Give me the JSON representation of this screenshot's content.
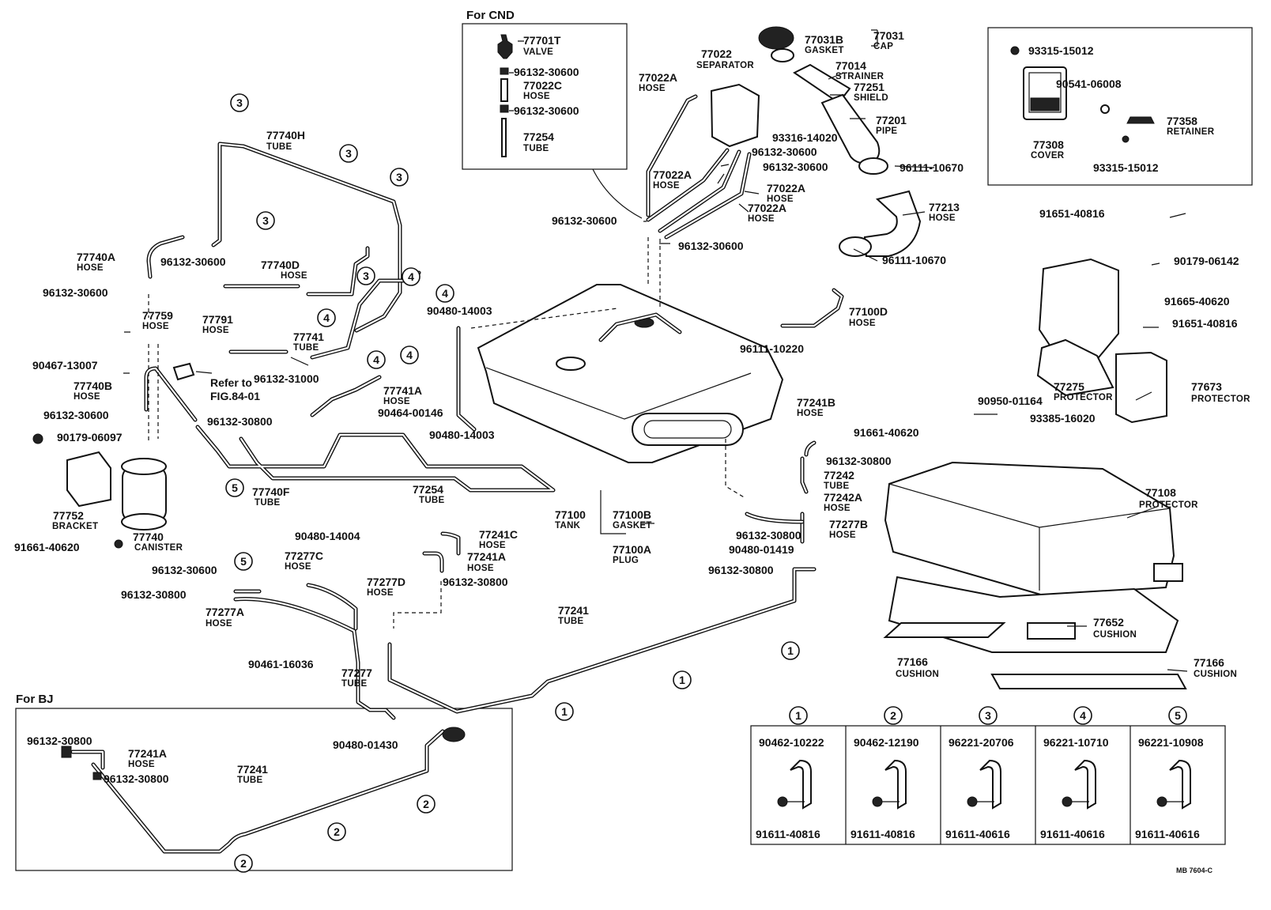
{
  "diagram": {
    "part_labels": [
      {
        "id": "p1",
        "code": "77031",
        "name": "CAP"
      },
      {
        "id": "p2",
        "code": "77031B",
        "name": "GASKET"
      },
      {
        "id": "p3",
        "code": "77014",
        "name": "STRAINER"
      },
      {
        "id": "p4",
        "code": "77251",
        "name": "SHIELD"
      },
      {
        "id": "p5",
        "code": "77201",
        "name": "PIPE"
      },
      {
        "id": "p6",
        "code": "93316-14020",
        "name": ""
      },
      {
        "id": "p7",
        "code": "96111-10670",
        "name": ""
      },
      {
        "id": "p8",
        "code": "77213",
        "name": "HOSE"
      },
      {
        "id": "p9",
        "code": "96111-10670",
        "name": ""
      },
      {
        "id": "p10",
        "code": "77022",
        "name": "SEPARATOR"
      },
      {
        "id": "p11",
        "code": "77022A",
        "name": "HOSE"
      },
      {
        "id": "p12",
        "code": "96132-30600",
        "name": ""
      },
      {
        "id": "p13",
        "code": "96132-30600",
        "name": ""
      },
      {
        "id": "p14",
        "code": "77022A",
        "name": "HOSE"
      },
      {
        "id": "p15",
        "code": "77022A",
        "name": "HOSE"
      },
      {
        "id": "p16",
        "code": "77022A",
        "name": "HOSE"
      },
      {
        "id": "p17",
        "code": "96132-30600",
        "name": ""
      },
      {
        "id": "p18",
        "code": "96132-30600",
        "name": ""
      },
      {
        "id": "p19",
        "code": "77740H",
        "name": "TUBE"
      },
      {
        "id": "p20",
        "code": "77740A",
        "name": "HOSE"
      },
      {
        "id": "p21",
        "code": "96132-30600",
        "name": ""
      },
      {
        "id": "p22",
        "code": "96132-30600",
        "name": ""
      },
      {
        "id": "p23",
        "code": "77740D",
        "name": "HOSE"
      },
      {
        "id": "p24",
        "code": "77759",
        "name": "HOSE"
      },
      {
        "id": "p25",
        "code": "77791",
        "name": "HOSE"
      },
      {
        "id": "p26",
        "code": "77741",
        "name": "TUBE"
      },
      {
        "id": "p27",
        "code": "90467-13007",
        "name": ""
      },
      {
        "id": "p28",
        "code": "77740B",
        "name": "HOSE"
      },
      {
        "id": "p29",
        "code": "96132-31000",
        "name": ""
      },
      {
        "id": "p30",
        "code": "77741A",
        "name": "HOSE"
      },
      {
        "id": "p31",
        "code": "96132-30600",
        "name": ""
      },
      {
        "id": "p32",
        "code": "96132-30800",
        "name": ""
      },
      {
        "id": "p33",
        "code": "90464-00146",
        "name": ""
      },
      {
        "id": "p34",
        "code": "90179-06097",
        "name": ""
      },
      {
        "id": "p35",
        "code": "90480-14003",
        "name": ""
      },
      {
        "id": "p36",
        "code": "90480-14003",
        "name": ""
      },
      {
        "id": "p37",
        "code": "96111-10220",
        "name": ""
      },
      {
        "id": "p38",
        "code": "77100D",
        "name": "HOSE"
      },
      {
        "id": "p39",
        "code": "77254",
        "name": "TUBE"
      },
      {
        "id": "p40",
        "code": "77752",
        "name": "BRACKET"
      },
      {
        "id": "p41",
        "code": "91661-40620",
        "name": ""
      },
      {
        "id": "p42",
        "code": "77740",
        "name": "CANISTER"
      },
      {
        "id": "p43",
        "code": "77740F",
        "name": "TUBE"
      },
      {
        "id": "p44",
        "code": "90480-14004",
        "name": ""
      },
      {
        "id": "p45",
        "code": "96132-30600",
        "name": ""
      },
      {
        "id": "p46",
        "code": "77277C",
        "name": "HOSE"
      },
      {
        "id": "p47",
        "code": "77277D",
        "name": "HOSE"
      },
      {
        "id": "p48",
        "code": "96132-30800",
        "name": ""
      },
      {
        "id": "p49",
        "code": "77277A",
        "name": "HOSE"
      },
      {
        "id": "p50",
        "code": "90461-16036",
        "name": ""
      },
      {
        "id": "p51",
        "code": "77277",
        "name": "TUBE"
      },
      {
        "id": "p52",
        "code": "77241C",
        "name": "HOSE"
      },
      {
        "id": "p53",
        "code": "77241A",
        "name": "HOSE"
      },
      {
        "id": "p54",
        "code": "96132-30800",
        "name": ""
      },
      {
        "id": "p55",
        "code": "77241",
        "name": "TUBE"
      },
      {
        "id": "p56",
        "code": "77100",
        "name": "TANK"
      },
      {
        "id": "p57",
        "code": "77100B",
        "name": "GASKET"
      },
      {
        "id": "p58",
        "code": "77100A",
        "name": "PLUG"
      },
      {
        "id": "p59",
        "code": "77241B",
        "name": "HOSE"
      },
      {
        "id": "p60",
        "code": "96132-30800",
        "name": ""
      },
      {
        "id": "p61",
        "code": "77242",
        "name": "TUBE"
      },
      {
        "id": "p62",
        "code": "77242A",
        "name": "HOSE"
      },
      {
        "id": "p63",
        "code": "77277B",
        "name": "HOSE"
      },
      {
        "id": "p64",
        "code": "96132-30800",
        "name": ""
      },
      {
        "id": "p65",
        "code": "90480-01419",
        "name": ""
      },
      {
        "id": "p66",
        "code": "96132-30800",
        "name": ""
      },
      {
        "id": "p67",
        "code": "93315-15012",
        "name": ""
      },
      {
        "id": "p68",
        "code": "90541-06008",
        "name": ""
      },
      {
        "id": "p69",
        "code": "77358",
        "name": "RETAINER"
      },
      {
        "id": "p70",
        "code": "77308",
        "name": "COVER"
      },
      {
        "id": "p71",
        "code": "93315-15012",
        "name": ""
      },
      {
        "id": "p72",
        "code": "91651-40816",
        "name": ""
      },
      {
        "id": "p73",
        "code": "90179-06142",
        "name": ""
      },
      {
        "id": "p74",
        "code": "91665-40620",
        "name": ""
      },
      {
        "id": "p75",
        "code": "91651-40816",
        "name": ""
      },
      {
        "id": "p76",
        "code": "77275",
        "name": "PROTECTOR"
      },
      {
        "id": "p77",
        "code": "77673",
        "name": "PROTECTOR"
      },
      {
        "id": "p78",
        "code": "90950-01164",
        "name": ""
      },
      {
        "id": "p79",
        "code": "91661-40620",
        "name": ""
      },
      {
        "id": "p80",
        "code": "93385-16020",
        "name": ""
      },
      {
        "id": "p81",
        "code": "77108",
        "name": "PROTECTOR"
      },
      {
        "id": "p82",
        "code": "77652",
        "name": "CUSHION"
      },
      {
        "id": "p83",
        "code": "77166",
        "name": "CUSHION"
      },
      {
        "id": "p84",
        "code": "77166",
        "name": "CUSHION"
      }
    ],
    "cnd": {
      "title": "For CND",
      "items": [
        {
          "code": "77701T",
          "name": "VALVE"
        },
        {
          "code": "96132-30600",
          "name": ""
        },
        {
          "code": "77022C",
          "name": "HOSE"
        },
        {
          "code": "96132-30600",
          "name": ""
        },
        {
          "code": "77254",
          "name": "TUBE"
        }
      ]
    },
    "bj": {
      "title": "For BJ",
      "labels": [
        {
          "code": "96132-30800",
          "name": ""
        },
        {
          "code": "77241A",
          "name": "HOSE"
        },
        {
          "code": "96132-30800",
          "name": ""
        },
        {
          "code": "77241",
          "name": "TUBE"
        },
        {
          "code": "90480-01430",
          "name": ""
        }
      ]
    },
    "clamp_table": [
      {
        "num": "1",
        "clamp": "90462-10222",
        "bolt": "91611-40816"
      },
      {
        "num": "2",
        "clamp": "90462-12190",
        "bolt": "91611-40816"
      },
      {
        "num": "3",
        "clamp": "96221-20706",
        "bolt": "91611-40616"
      },
      {
        "num": "4",
        "clamp": "96221-10710",
        "bolt": "91611-40616"
      },
      {
        "num": "5",
        "clamp": "96221-10908",
        "bolt": "91611-40616"
      }
    ],
    "refer_text": "Refer to",
    "refer_fig": "FIG.84-01",
    "footer_code": "MB 7604-C"
  }
}
